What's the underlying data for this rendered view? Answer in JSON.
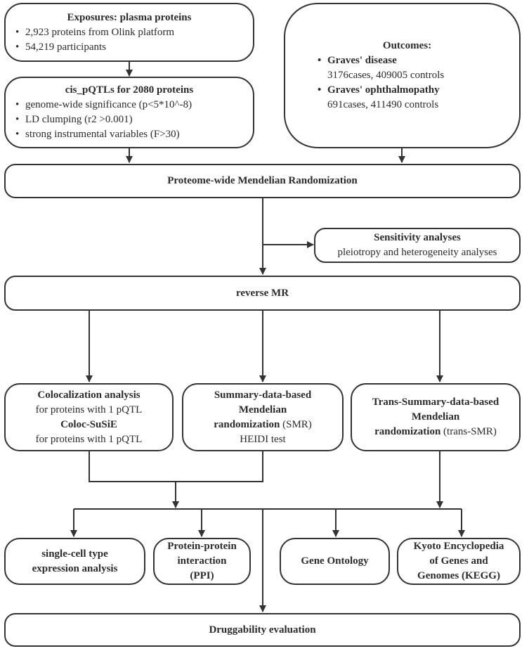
{
  "exposures": {
    "title": "Exposures: plasma proteins",
    "items": [
      "2,923 proteins from Olink platform",
      "54,219 participants"
    ]
  },
  "cis_pqtls": {
    "title": "cis_pQTLs for 2080 proteins",
    "items": [
      "genome-wide significance (p<5*10^-8)",
      "LD clumping (r2 >0.001)",
      "strong instrumental variables (F>30)"
    ]
  },
  "outcomes": {
    "title": "Outcomes:",
    "gd_name": "Graves' disease",
    "gd_counts": "3176cases, 409005 controls",
    "go_name": "Graves' ophthalmopathy",
    "go_counts": "691cases, 411490 controls"
  },
  "pwmr": {
    "title": "Proteome-wide Mendelian Randomization"
  },
  "sensitivity": {
    "title": "Sensitivity analyses",
    "subtitle": "pleiotropy and heterogeneity analyses"
  },
  "reverse_mr": {
    "title": "reverse MR"
  },
  "coloc": {
    "title": "Colocalization analysis",
    "line1": "for proteins with 1 pQTL",
    "title2": "Coloc-SuSiE",
    "line2": "for proteins with 1 pQTL"
  },
  "smr": {
    "title_a": "Summary-data-based",
    "title_b": "Mendelian",
    "title_c": "randomization",
    "suffix": " (SMR)",
    "line": "HEIDI test"
  },
  "trans_smr": {
    "title_a": "Trans-Summary-data-based",
    "title_b": "Mendelian",
    "title_c": "randomization",
    "suffix": " (trans-SMR)"
  },
  "single_cell": {
    "line1": "single-cell type",
    "line2": "expression analysis"
  },
  "ppi": {
    "line1": "Protein-protein",
    "line2": "interaction",
    "line3": "(PPI)"
  },
  "gene_ontology": {
    "title": "Gene Ontology"
  },
  "kegg": {
    "line1": "Kyoto Encyclopedia",
    "line2": "of Genes and",
    "line3": "Genomes (KEGG)"
  },
  "druggability": {
    "title": "Druggability evaluation"
  }
}
